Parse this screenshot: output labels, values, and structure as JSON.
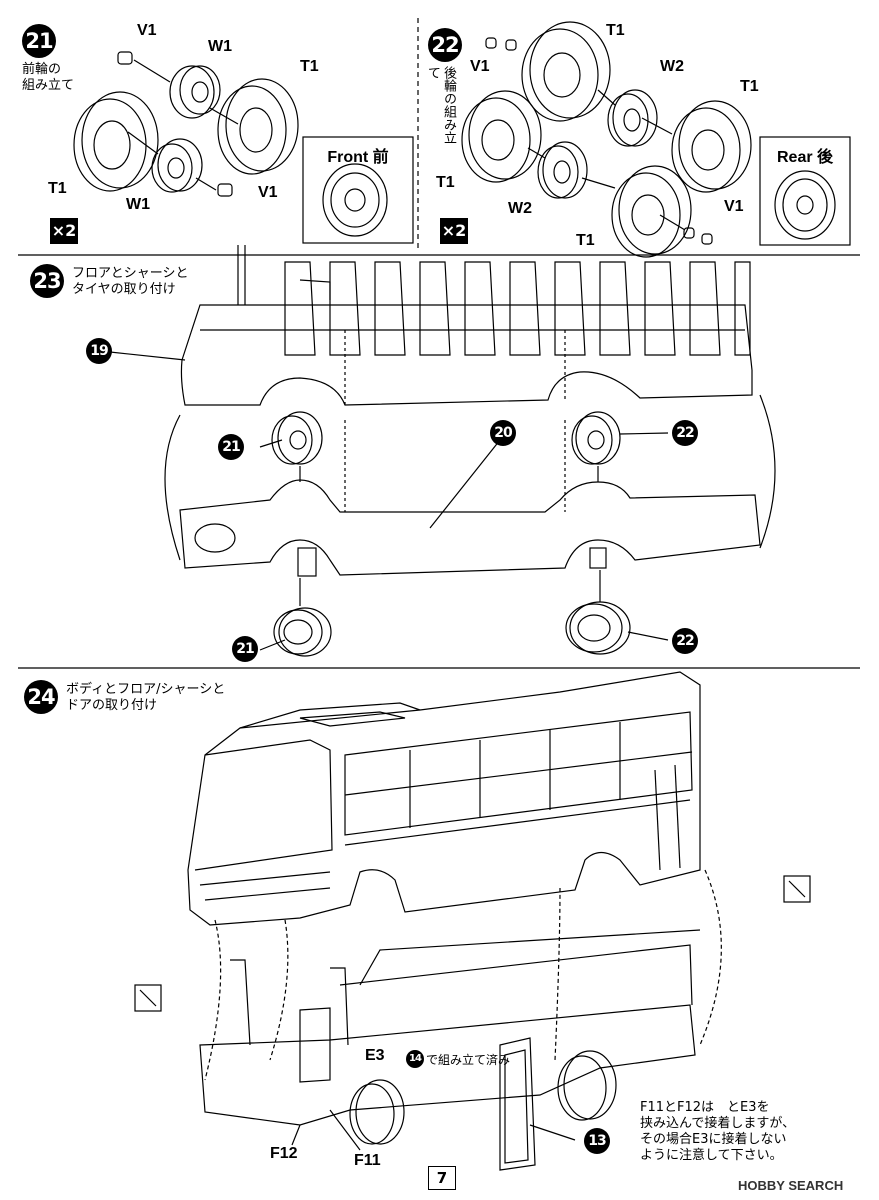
{
  "steps": {
    "s21": {
      "number": "21",
      "title_lines": [
        "前輪の",
        "組み立て"
      ],
      "parts": {
        "v1_top": "V1",
        "w1_top": "W1",
        "t1_right": "T1",
        "t1_left": "T1",
        "w1_bottom": "W1",
        "v1_bottom": "V1"
      },
      "multiplier": "×2",
      "view_box": {
        "title": "Front 前"
      }
    },
    "s22": {
      "number": "22",
      "title_vertical": "後輪の組み立て",
      "parts": {
        "v1_top": "V1",
        "t1_top": "T1",
        "w2_top": "W2",
        "t1_right": "T1",
        "t1_left": "T1",
        "w2_bottom": "W2",
        "t1_bottom": "T1",
        "v1_bottom": "V1"
      },
      "multiplier": "×2",
      "view_box": {
        "title": "Rear 後"
      }
    },
    "s23": {
      "number": "23",
      "title_lines": [
        "フロアとシャーシと",
        "タイヤの取り付け"
      ],
      "callouts": {
        "c19": "19",
        "c21_top": "21",
        "c22_top": "22",
        "c20": "20",
        "c21_bottom": "21",
        "c22_bottom": "22"
      }
    },
    "s24": {
      "number": "24",
      "title_lines": [
        "ボディとフロア/シャーシと",
        "ドアの取り付け"
      ],
      "labels": {
        "e3": "E3",
        "ref": "14",
        "ref_text": "で組み立て済み",
        "f12": "F12",
        "f11": "F11",
        "c13": "13"
      },
      "note_lines": [
        "F11とF12は　とE3を",
        "挟み込んで接着しますが、",
        "その場合E3に接着しない",
        "ように注意して下さい。"
      ]
    }
  },
  "page_number": "7",
  "watermark": "HOBBY SEARCH"
}
